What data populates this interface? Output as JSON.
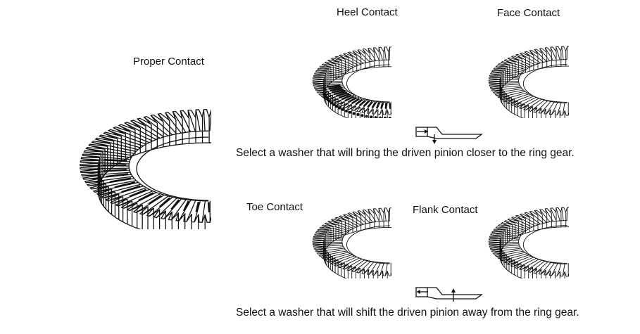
{
  "labels": {
    "proper": "Proper Contact",
    "heel": "Heel Contact",
    "face": "Face Contact",
    "toe": "Toe Contact",
    "flank": "Flank Contact"
  },
  "captions": {
    "closer": "Select a washer that will bring the driven pinion closer to the ring gear.",
    "away": "Select a washer that will shift the driven pinion away from the ring gear."
  },
  "icons": {
    "gear": "ring-gear-icon",
    "pinion_closer": "pinion-shift-closer-icon",
    "pinion_away": "pinion-shift-away-icon"
  }
}
